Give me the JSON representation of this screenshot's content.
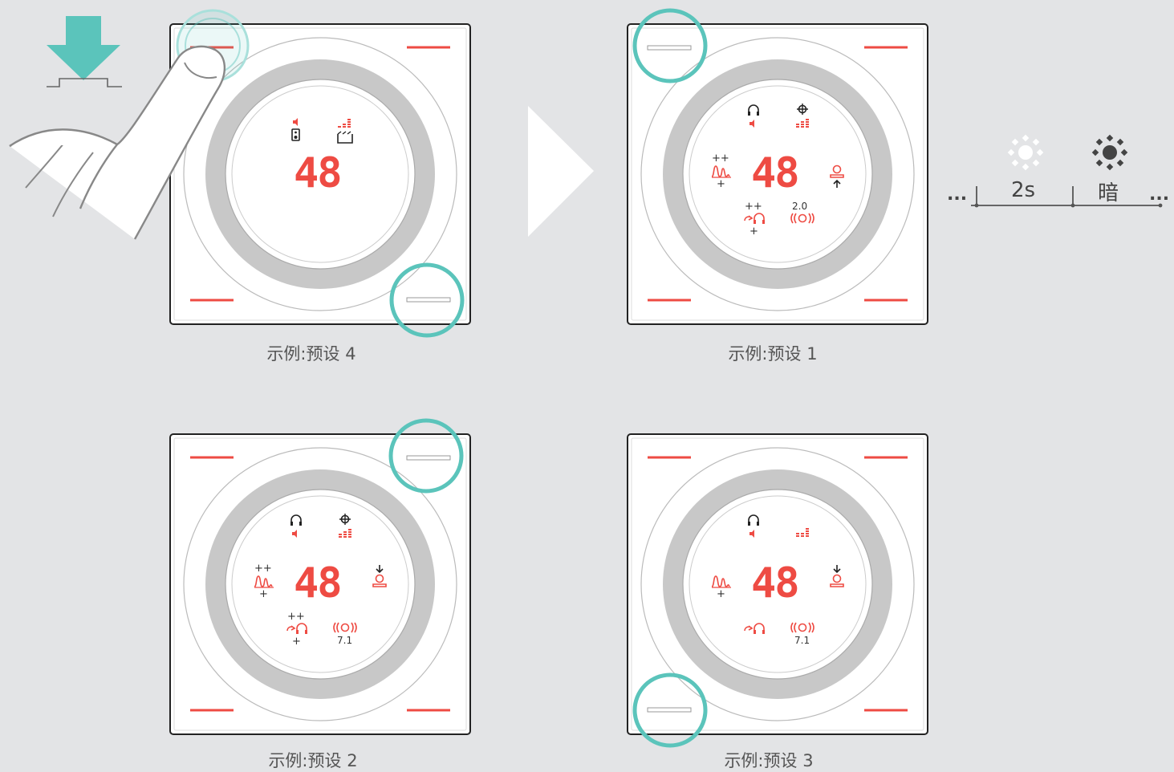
{
  "panels": [
    {
      "caption": "示例:预设 4",
      "value": "48",
      "highlight": "top-left"
    },
    {
      "caption": "示例:预设 1",
      "value": "48",
      "highlight": "top-left"
    },
    {
      "caption": "示例:预设 2",
      "value": "48",
      "highlight": "top-right"
    },
    {
      "caption": "示例:预设 3",
      "value": "48",
      "highlight": "bottom-left"
    }
  ],
  "labels": {
    "stereo": "2.0",
    "surround_p2": "7.1",
    "surround_p3": "7.1",
    "plus_plus": "++",
    "plus": "+"
  },
  "timeline": {
    "delay": "2s",
    "dim": "暗",
    "ellipsis": "..."
  },
  "colors": {
    "accent_red": "#ee4b43",
    "teal": "#5bc4bb",
    "background": "#e3e4e6"
  }
}
